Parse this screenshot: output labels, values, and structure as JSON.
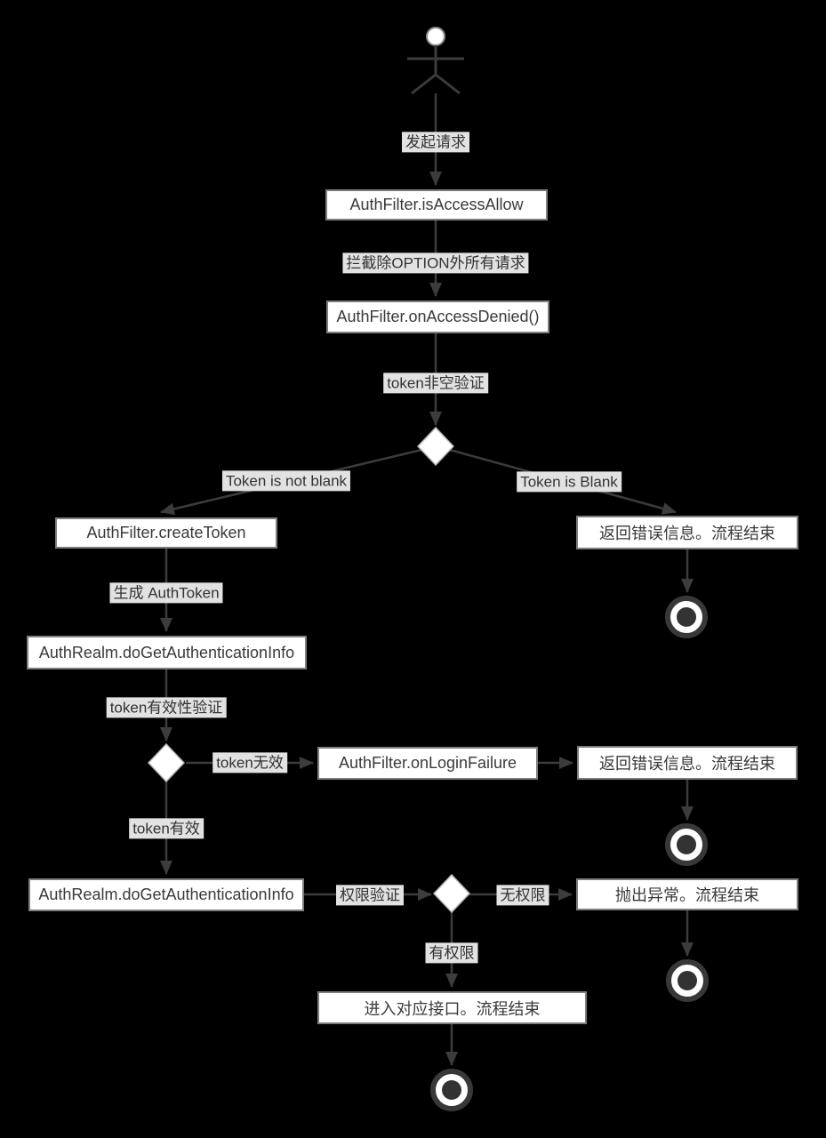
{
  "diagram": {
    "kind": "uml-activity-diagram",
    "colors": {
      "background": "#000000",
      "line": "#3c3c3c",
      "node_background": "#ffffff",
      "node_border": "#7e7e7e",
      "node_text": "#3a3a3a",
      "edge_label_background": "#e2e2e2",
      "edge_label_text": "#333333",
      "decision_fill": "#ffffff",
      "final_node_ring": "#383838"
    },
    "nodes": [
      {
        "id": "auth-filter-is-access-allow",
        "label": "AuthFilter.isAccessAllow"
      },
      {
        "id": "auth-filter-on-access-denied",
        "label": "AuthFilter.onAccessDenied()"
      },
      {
        "id": "auth-filter-create-token",
        "label": "AuthFilter.createToken"
      },
      {
        "id": "auth-realm-do-get-authentication-info-1",
        "label": "AuthRealm.doGetAuthenticationInfo"
      },
      {
        "id": "auth-filter-on-login-failure",
        "label": "AuthFilter.onLoginFailure"
      },
      {
        "id": "return-error-flow-end-1",
        "label": "返回错误信息。流程结束"
      },
      {
        "id": "return-error-flow-end-2",
        "label": "返回错误信息。流程结束"
      },
      {
        "id": "auth-realm-do-get-authentication-info-2",
        "label": "AuthRealm.doGetAuthenticationInfo"
      },
      {
        "id": "throw-exception-flow-end",
        "label": "抛出异常。流程结束"
      },
      {
        "id": "enter-interface-flow-end",
        "label": "进入对应接口。流程结束"
      }
    ],
    "edge_labels": [
      {
        "id": "initiate-request",
        "text": "发起请求"
      },
      {
        "id": "intercept-all-but-option",
        "text": "拦截除OPTION外所有请求"
      },
      {
        "id": "token-not-empty-check",
        "text": "token非空验证"
      },
      {
        "id": "token-is-not-blank",
        "text": "Token is not blank"
      },
      {
        "id": "token-is-blank",
        "text": "Token is Blank"
      },
      {
        "id": "generate-auth-token",
        "text": "生成 AuthToken"
      },
      {
        "id": "token-validity-check",
        "text": "token有效性验证"
      },
      {
        "id": "token-invalid",
        "text": "token无效"
      },
      {
        "id": "token-valid",
        "text": "token有效"
      },
      {
        "id": "permission-check",
        "text": "权限验证"
      },
      {
        "id": "no-permission",
        "text": "无权限"
      },
      {
        "id": "has-permission",
        "text": "有权限"
      }
    ]
  }
}
